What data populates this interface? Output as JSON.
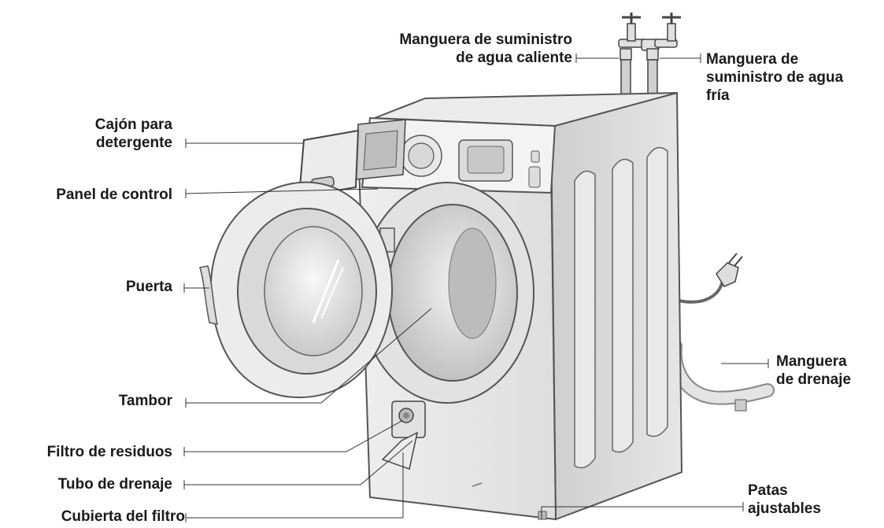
{
  "labels": {
    "hot_hose": [
      "Manguera de suministro",
      "de agua caliente"
    ],
    "cold_hose": [
      "Manguera de",
      "suministro de agua",
      "fría"
    ],
    "detergent": [
      "Cajón para",
      "detergente"
    ],
    "control_panel": [
      "Panel de control"
    ],
    "door": [
      "Puerta"
    ],
    "drum": [
      "Tambor"
    ],
    "debris_filter": [
      "Filtro de residuos"
    ],
    "drain_tube": [
      "Tubo de drenaje"
    ],
    "filter_cover": [
      "Cubierta del filtro"
    ],
    "drain_hose": [
      "Manguera",
      "de drenaje"
    ],
    "legs": [
      "Patas",
      "ajustables"
    ]
  }
}
